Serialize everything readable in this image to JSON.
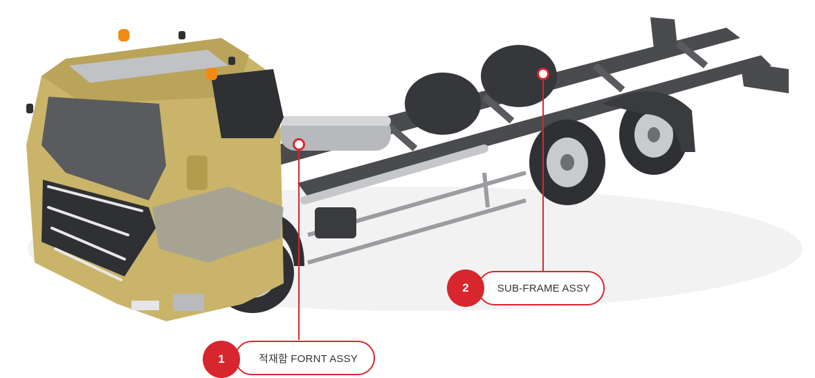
{
  "diagram": {
    "subject": "Truck chassis cutaway with body-mount assemblies",
    "accent_color": "#d8262f",
    "truck_colors": {
      "cab": "#c9b46a",
      "cab_shadow": "#a8934a",
      "chassis": "#4a4b4e",
      "chassis_light": "#7a7c80",
      "tyre": "#2f3033",
      "rim": "#c8cacd",
      "beacon": "#f28a12"
    }
  },
  "callouts": [
    {
      "number": "1",
      "label": "적재함 FORNT ASSY"
    },
    {
      "number": "2",
      "label": "SUB-FRAME ASSY"
    }
  ]
}
